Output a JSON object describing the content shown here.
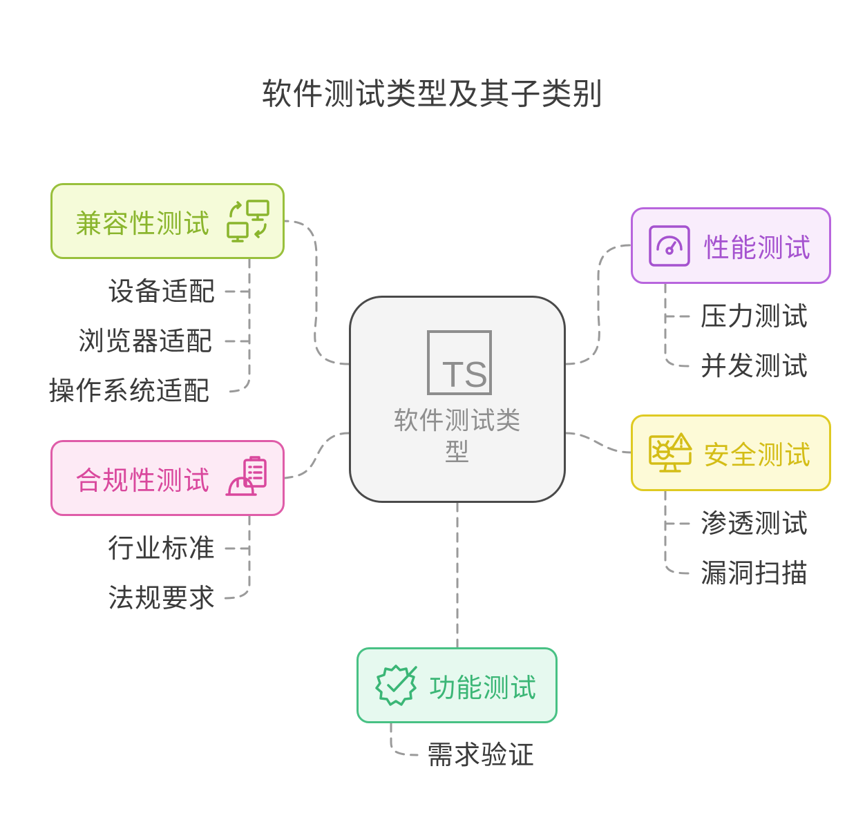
{
  "title": "软件测试类型及其子类别",
  "center": {
    "label": "软件测试类型",
    "icon": "ts-icon"
  },
  "categories": [
    {
      "key": "compat",
      "label": "兼容性测试",
      "icon": "devices-sync-icon",
      "colors": {
        "border": "#99c03c",
        "fill": "#f5fbd9",
        "text": "#8ab52d"
      },
      "subs": [
        "设备适配",
        "浏览器适配",
        "操作系统适配"
      ]
    },
    {
      "key": "perf",
      "label": "性能测试",
      "icon": "speedometer-icon",
      "colors": {
        "border": "#b865dd",
        "fill": "#f9edfc",
        "text": "#a552cf"
      },
      "subs": [
        "压力测试",
        "并发测试"
      ]
    },
    {
      "key": "compliance",
      "label": "合规性测试",
      "icon": "hardhat-clipboard-icon",
      "colors": {
        "border": "#df5ca8",
        "fill": "#fdeaf5",
        "text": "#d9489d"
      },
      "subs": [
        "行业标准",
        "法规要求"
      ]
    },
    {
      "key": "security",
      "label": "安全测试",
      "icon": "bug-warning-monitor-icon",
      "colors": {
        "border": "#dfca22",
        "fill": "#fdfad7",
        "text": "#d4bd17"
      },
      "subs": [
        "渗透测试",
        "漏洞扫描"
      ]
    },
    {
      "key": "func",
      "label": "功能测试",
      "icon": "badge-check-icon",
      "colors": {
        "border": "#48c184",
        "fill": "#e6f9ef",
        "text": "#3bb676"
      },
      "subs": [
        "需求验证"
      ]
    }
  ]
}
